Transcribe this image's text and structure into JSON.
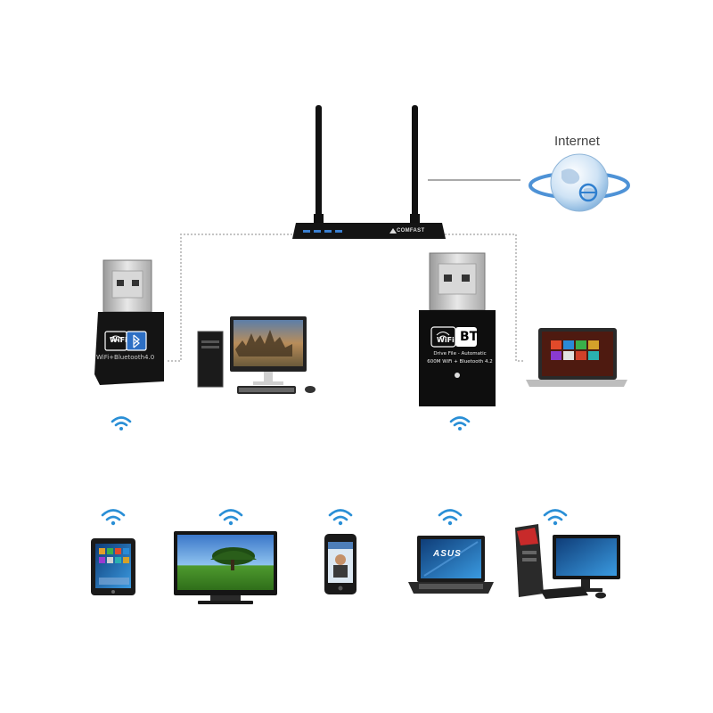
{
  "internet": {
    "label": "Internet"
  },
  "router": {
    "brand": "COMFAST"
  },
  "dongle_left": {
    "wifi_label": "WiFi",
    "caption": "WiFi+Bluetooth4.0"
  },
  "dongle_right": {
    "wifi_label": "WiFi",
    "bt_label": "BT",
    "line1": "Drive File - Automatic",
    "line2": "600M WiFi + Bluetooth 4.2"
  },
  "laptop_bottom": {
    "logo": "ASUS"
  },
  "colors": {
    "wifi_signal": "#2a8fd6",
    "device_dark": "#1a1a1a",
    "connector_line": "#bbbbbb"
  },
  "icons": [
    "globe-icon",
    "wifi-signal-icon",
    "bluetooth-icon",
    "usb-connector-icon"
  ]
}
